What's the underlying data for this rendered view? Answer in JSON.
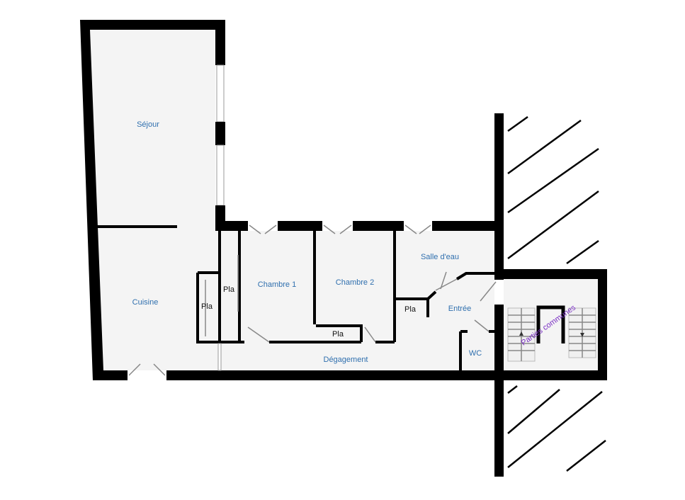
{
  "plan": {
    "rooms": {
      "sejour": "Séjour",
      "cuisine": "Cuisine",
      "chambre1": "Chambre 1",
      "chambre2": "Chambre 2",
      "salle_deau": "Salle d'eau",
      "entree": "Entrée",
      "wc": "WC",
      "degagement": "Dégagement",
      "pla_1": "Pla",
      "pla_2": "Pla",
      "pla_3": "Pla",
      "pla_4": "Pla",
      "parties_communes": "Parties communes"
    },
    "colors": {
      "room_label": "#2f6fae",
      "common_label": "#7a2fc4",
      "wall": "#000000",
      "floor": "#f4f4f4"
    }
  }
}
